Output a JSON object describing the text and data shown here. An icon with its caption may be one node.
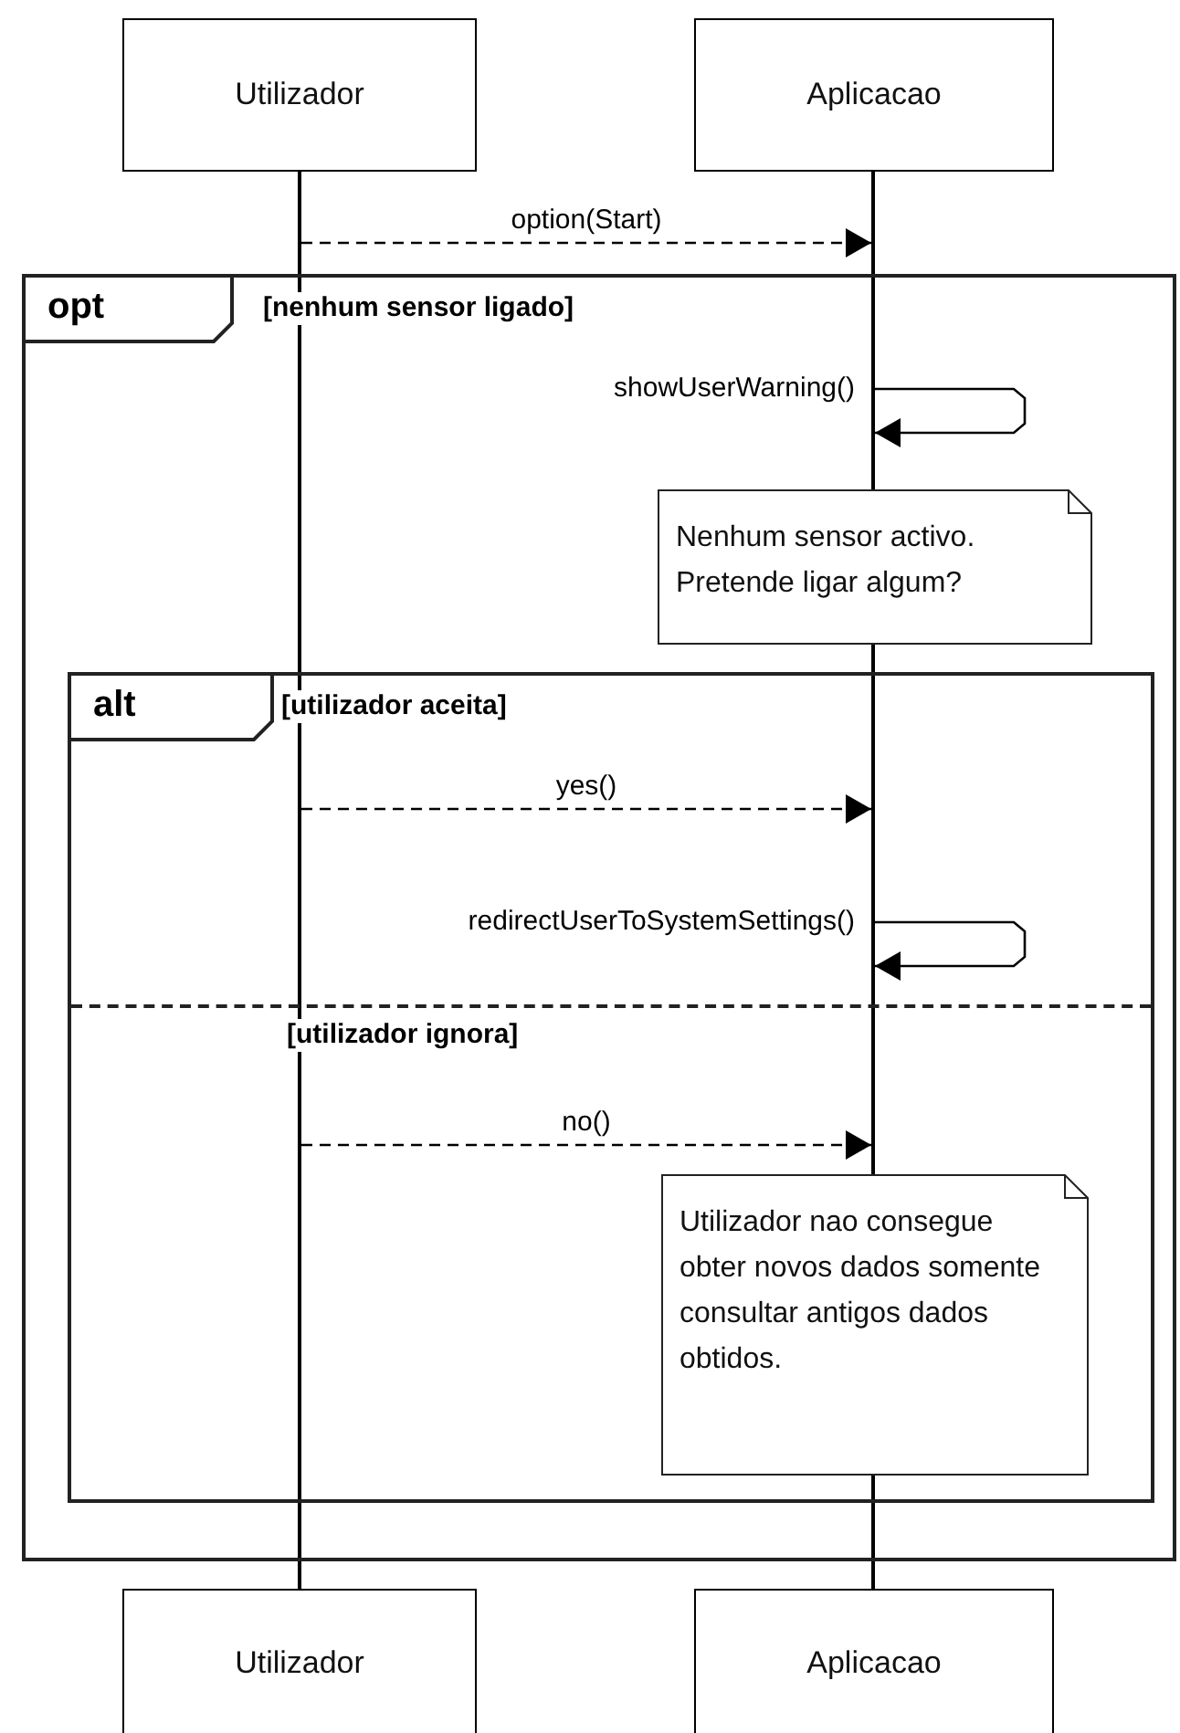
{
  "diagram": {
    "nodes": [
      {
        "text": [
          "Utilizador"
        ]
      },
      {
        "text": [
          "Aplicacao"
        ]
      },
      {
        "text": [],
        "shape": "line"
      },
      {
        "text": [],
        "shape": "line"
      },
      {
        "text": [
          "opt",
          "[nenhum sensor ligado]"
        ]
      },
      {
        "text": [
          "Nenhum sensor activo. Pretende ligar algum?"
        ],
        "in": 4
      },
      {
        "text": [
          "alt",
          "[utilizador aceita]",
          "[utilizador ignora]"
        ],
        "in": 4
      },
      {
        "text": [
          "Utilizador nao consegue obter novos dados somente consultar antigos dados obtidos."
        ],
        "in": 6
      },
      {
        "text": [
          "Utilizador"
        ]
      },
      {
        "text": [
          "Aplicacao"
        ]
      }
    ],
    "edges": [
      {
        "from": 2,
        "to": 3,
        "arrow": "to",
        "label": "option(Start)",
        "style": "dashed"
      },
      {
        "from": 3,
        "to": 3,
        "arrow": "to",
        "label": "showUserWarning()"
      },
      {
        "from": 2,
        "to": 3,
        "arrow": "to",
        "label": "yes()",
        "style": "dashed"
      },
      {
        "from": 3,
        "to": 3,
        "arrow": "to",
        "label": "redirectUserToSystemSettings()"
      },
      {
        "from": 2,
        "to": 3,
        "arrow": "to",
        "label": "no()",
        "style": "dashed"
      }
    ]
  }
}
